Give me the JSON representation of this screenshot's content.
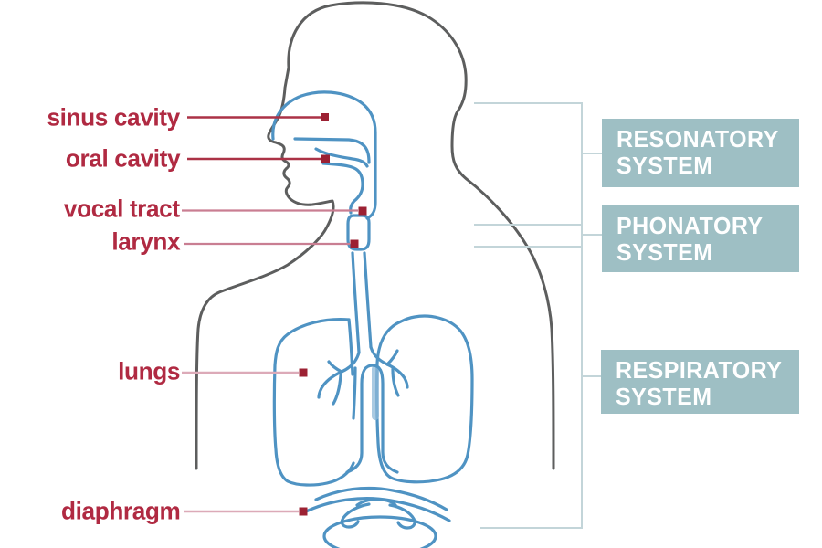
{
  "colors": {
    "background": "#ffffff",
    "body_outline": "#5d5e5e",
    "anatomy_blue": "#4f93c3",
    "anatomy_blue_light": "#8cb8d8",
    "label_red": "#b02a42",
    "leader_dark": "#ab3246",
    "leader_mid": "#c97e92",
    "leader_light": "#dcaab8",
    "marker_red": "#9c2133",
    "bracket_gray": "#c3d5d9",
    "system_box": "#9ebfc4",
    "system_text": "#ffffff"
  },
  "labels": [
    {
      "text": "sinus cavity"
    },
    {
      "text": "oral cavity"
    },
    {
      "text": "vocal tract"
    },
    {
      "text": "larynx"
    },
    {
      "text": "lungs"
    },
    {
      "text": "diaphragm"
    }
  ],
  "systems": [
    {
      "line1": "RESONATORY",
      "line2": "SYSTEM"
    },
    {
      "line1": "PHONATORY",
      "line2": "SYSTEM"
    },
    {
      "line1": "RESPIRATORY",
      "line2": "SYSTEM"
    }
  ]
}
